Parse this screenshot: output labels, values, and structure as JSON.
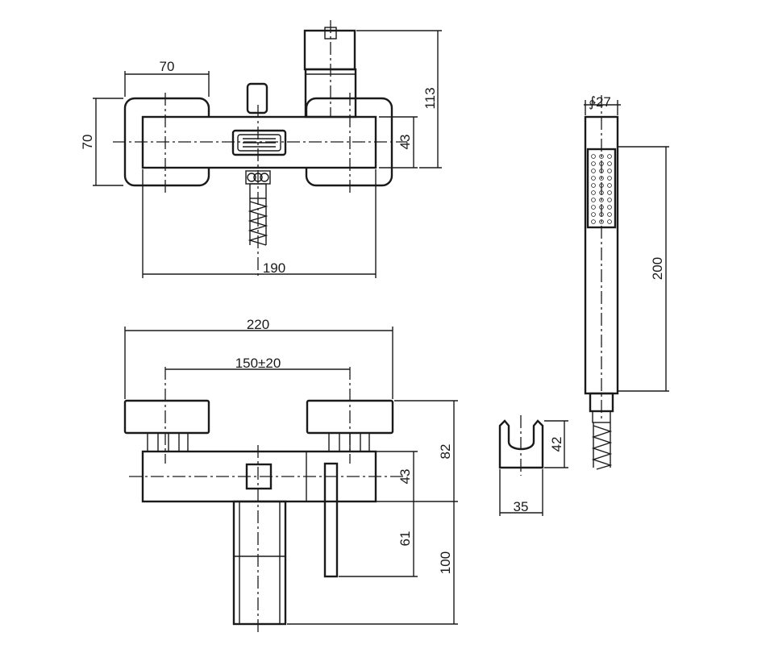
{
  "dimensions": {
    "top_cap_width": "70",
    "top_cap_height": "70",
    "top_body_length": "190",
    "top_body_height": "43",
    "top_total_height": "113",
    "front_total_width": "220",
    "front_inlet_spacing": "150±20",
    "front_body_height": "43",
    "front_height_82": "82",
    "front_spout_drop": "61",
    "front_height_100": "100",
    "handset_diameter": "∲27",
    "handset_length": "200",
    "holder_height": "42",
    "holder_width": "35"
  }
}
